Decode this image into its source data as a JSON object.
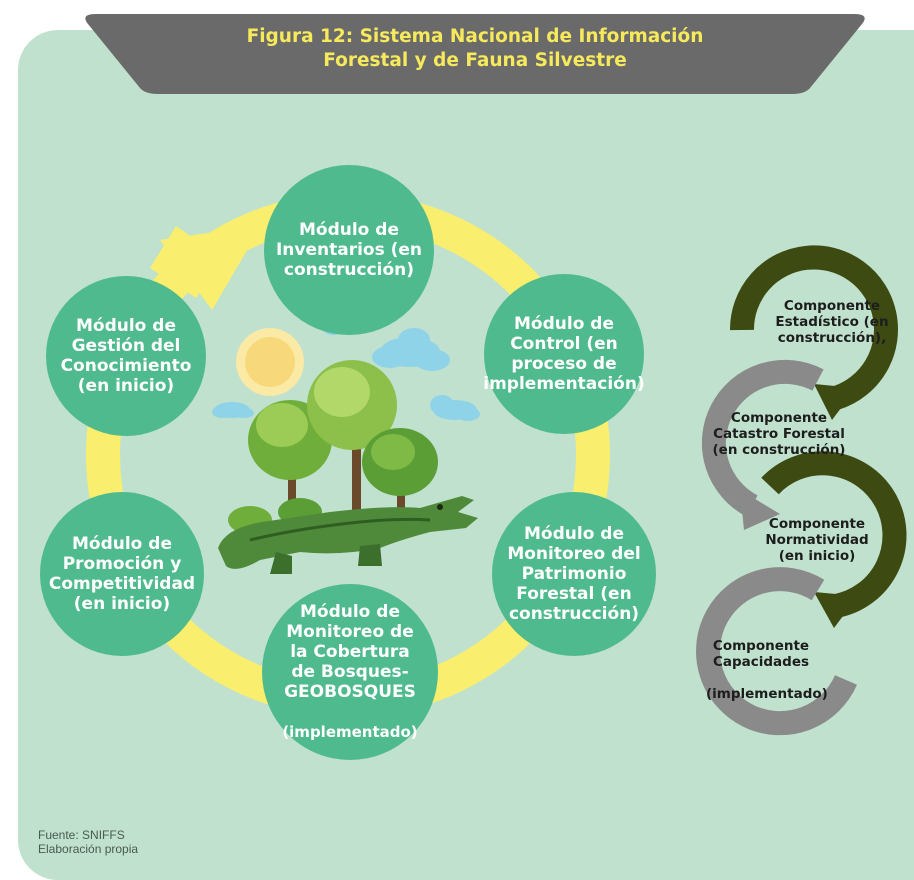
{
  "title": {
    "line1": "Figura 12: Sistema Nacional de Información",
    "line2": "Forestal y de Fauna Silvestre"
  },
  "modules": {
    "inventarios": "Módulo de\nInventarios (en\nconstrucción)",
    "control": "Módulo de\nControl (en\nproceso de\nimplementación)",
    "patrimonio": "Módulo de\nMonitoreo del\nPatrimonio\nForestal (en\nconstrucción)",
    "cobertura": "Módulo de\nMonitoreo de\nla Cobertura\nde Bosques-\nGEOBOSQUES",
    "cobertura_status": "(implementado)",
    "promocion": "Módulo de\nPromoción y\nCompetitividad\n(en inicio)",
    "gestion": "Módulo de\nGestión del\nConocimiento\n(en inicio)"
  },
  "components": {
    "estadistico": "Componente\nEstadístico (en\nconstrucción),",
    "catastro": "Componente\nCatastro Forestal\n(en construcción)",
    "normatividad": "Componente\nNormatividad\n(en inicio)",
    "capacidades": "Componente\nCapacidades",
    "capacidades_status": "(implementado)"
  },
  "footer": {
    "source": "Fuente: SNIFFS",
    "credit": "Elaboración propia"
  },
  "colors": {
    "panel": "#bfe1cd",
    "banner": "#6a6a6a",
    "title_text": "#f6ea5c",
    "module_circle": "#4fba8e",
    "ring": "#f9ee6e",
    "dark_arrow": "#3d4a12",
    "gray_arrow": "#8a8a8a"
  },
  "icons": [
    "sun-icon",
    "cloud-icon",
    "tree-icon",
    "crocodile-icon",
    "cycle-arrow-icon"
  ]
}
